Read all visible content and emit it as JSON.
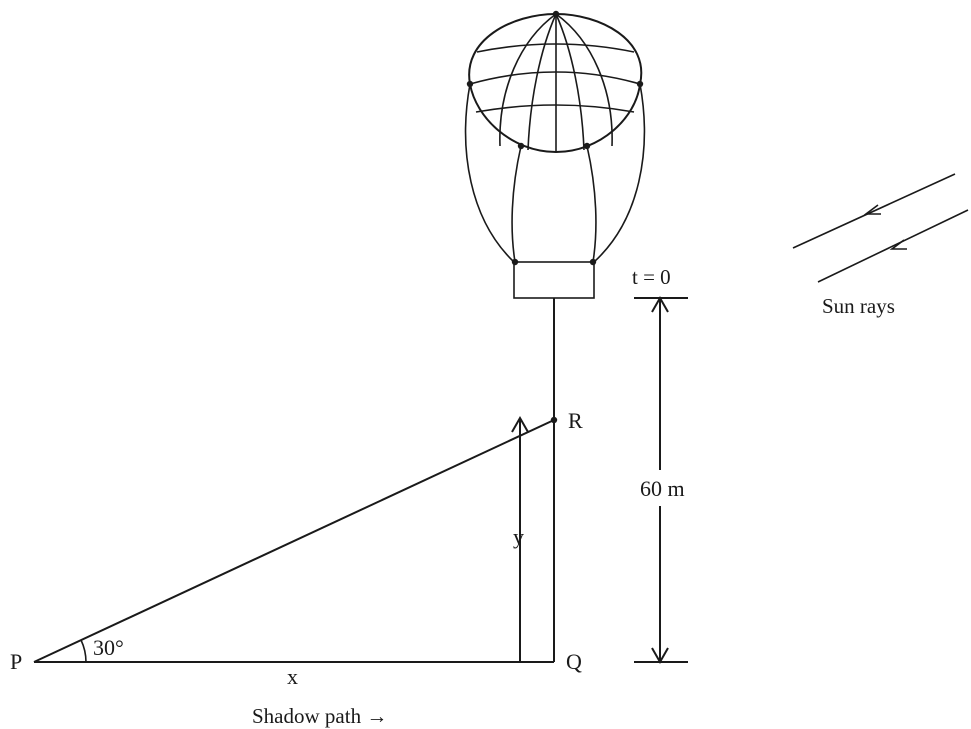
{
  "labels": {
    "point_p": "P",
    "point_q": "Q",
    "point_r": "R",
    "angle": "30°",
    "x": "x",
    "y": "y",
    "t0": "t = 0",
    "height": "60 m",
    "sun_rays": "Sun rays",
    "shadow_path": "Shadow path →"
  },
  "given": {
    "angle_deg": 30,
    "height_m": 60,
    "time_s": 0
  },
  "colors": {
    "ink": "#1a1a1a",
    "background": "#ffffff"
  }
}
